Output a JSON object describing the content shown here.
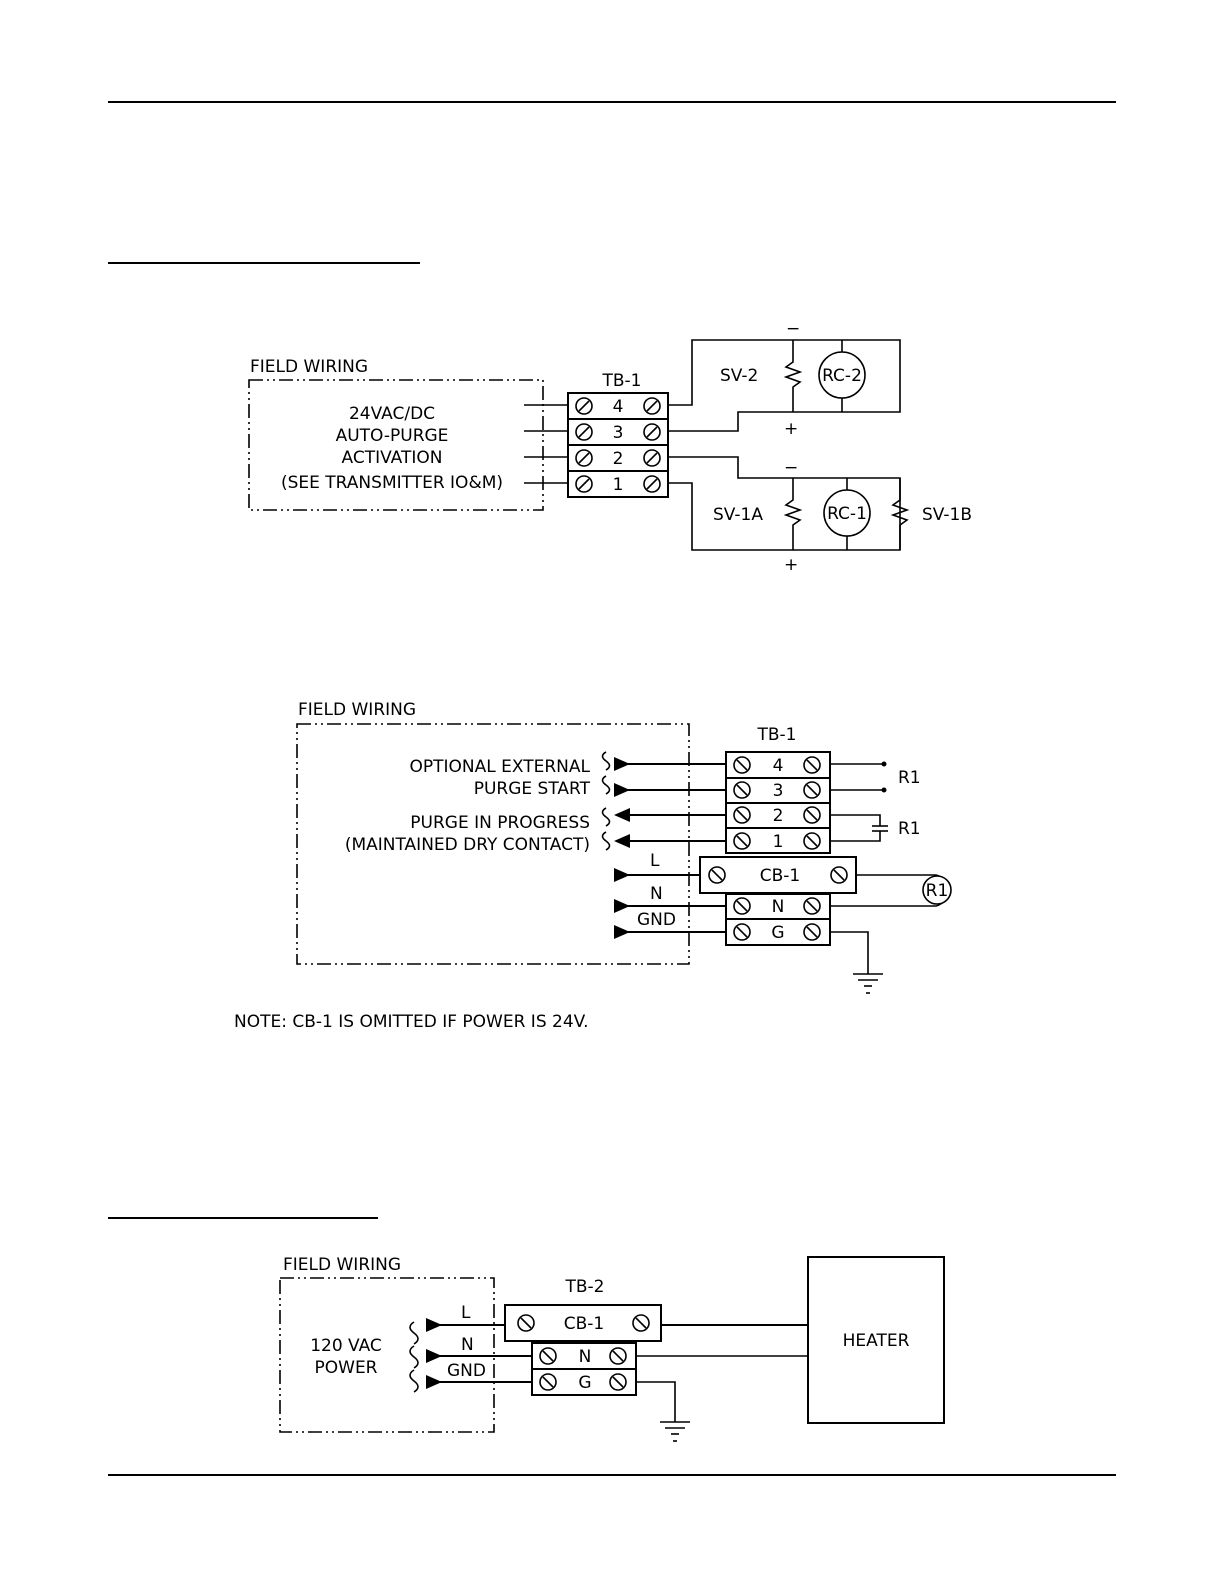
{
  "diagram1": {
    "field_wiring": "FIELD WIRING",
    "tb": "TB-1",
    "lines": [
      "24VAC/DC",
      "AUTO-PURGE",
      "ACTIVATION",
      "(SEE TRANSMITTER IO&M)"
    ],
    "terminals": [
      "4",
      "3",
      "2",
      "1"
    ],
    "sv2": "SV-2",
    "rc2": "RC-2",
    "rc1": "RC-1",
    "sv1a": "SV-1A",
    "sv1b": "SV-1B",
    "minus": "−",
    "plus": "+"
  },
  "diagram2": {
    "field_wiring": "FIELD WIRING",
    "tb": "TB-1",
    "optional": "OPTIONAL EXTERNAL",
    "purge_start": "PURGE START",
    "purge_progress": "PURGE IN PROGRESS",
    "maintained": "(MAINTAINED DRY CONTACT)",
    "l": "L",
    "n": "N",
    "gnd": "GND",
    "terminals": [
      "4",
      "3",
      "2",
      "1"
    ],
    "cb1": "CB-1",
    "tn": "N",
    "tg": "G",
    "r1": "R1",
    "note": "NOTE: CB-1 IS OMITTED IF POWER IS 24V."
  },
  "diagram3": {
    "field_wiring": "FIELD WIRING",
    "tb": "TB-2",
    "power1": "120 VAC",
    "power2": "POWER",
    "l": "L",
    "n": "N",
    "gnd": "GND",
    "cb1": "CB-1",
    "tn": "N",
    "tg": "G",
    "heater": "HEATER"
  }
}
